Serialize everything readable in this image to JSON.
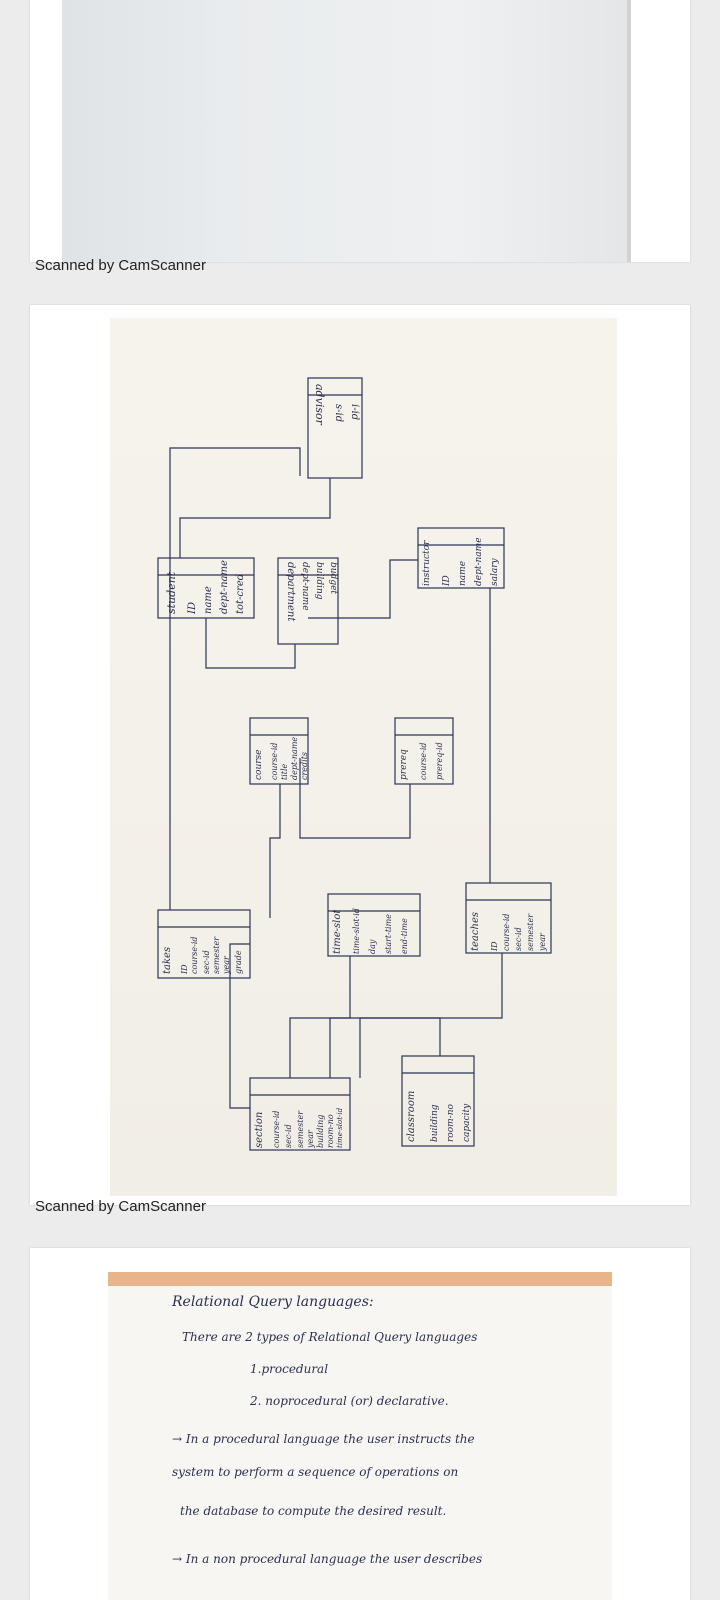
{
  "captions": {
    "first": "Scanned by CamScanner",
    "second": "Scanned by CamScanner"
  },
  "schema_diagram": {
    "entities": [
      {
        "name": "student",
        "attributes": [
          "ID",
          "name",
          "dept-name",
          "tot-cred"
        ]
      },
      {
        "name": "advisor",
        "attributes": [
          "s-id",
          "i-id"
        ]
      },
      {
        "name": "takes",
        "attributes": [
          "ID",
          "course-id",
          "sec-id",
          "semester",
          "year",
          "grade"
        ]
      },
      {
        "name": "course",
        "attributes": [
          "course-id",
          "title",
          "dept-name",
          "credits"
        ]
      },
      {
        "name": "department",
        "attributes": [
          "dept-name",
          "building",
          "budget"
        ]
      },
      {
        "name": "section",
        "attributes": [
          "course-id",
          "sec-id",
          "semester",
          "year",
          "building",
          "room-no",
          "time-slot-id"
        ]
      },
      {
        "name": "time-slot",
        "attributes": [
          "time-slot-id",
          "day",
          "start-time",
          "end-time"
        ]
      },
      {
        "name": "prereq",
        "attributes": [
          "course-id",
          "prereq-id"
        ]
      },
      {
        "name": "instructor",
        "attributes": [
          "ID",
          "name",
          "dept-name",
          "salary"
        ]
      },
      {
        "name": "classroom",
        "attributes": [
          "building",
          "room-no",
          "capacity"
        ]
      },
      {
        "name": "teaches",
        "attributes": [
          "ID",
          "course-id",
          "sec-id",
          "semester",
          "year"
        ]
      }
    ]
  },
  "notes": {
    "heading": "Relational Query languages:",
    "line1": "There are 2 types of Relational Query languages",
    "item1": "1.procedural",
    "item2": "2. noprocedural (or) declarative.",
    "para1_a": "→ In a procedural language the user instructs the",
    "para1_b": "system to perform a sequence of operations on",
    "para1_c": "the database to compute the desired result.",
    "para2_a": "→ In a non procedural language the user describes"
  }
}
